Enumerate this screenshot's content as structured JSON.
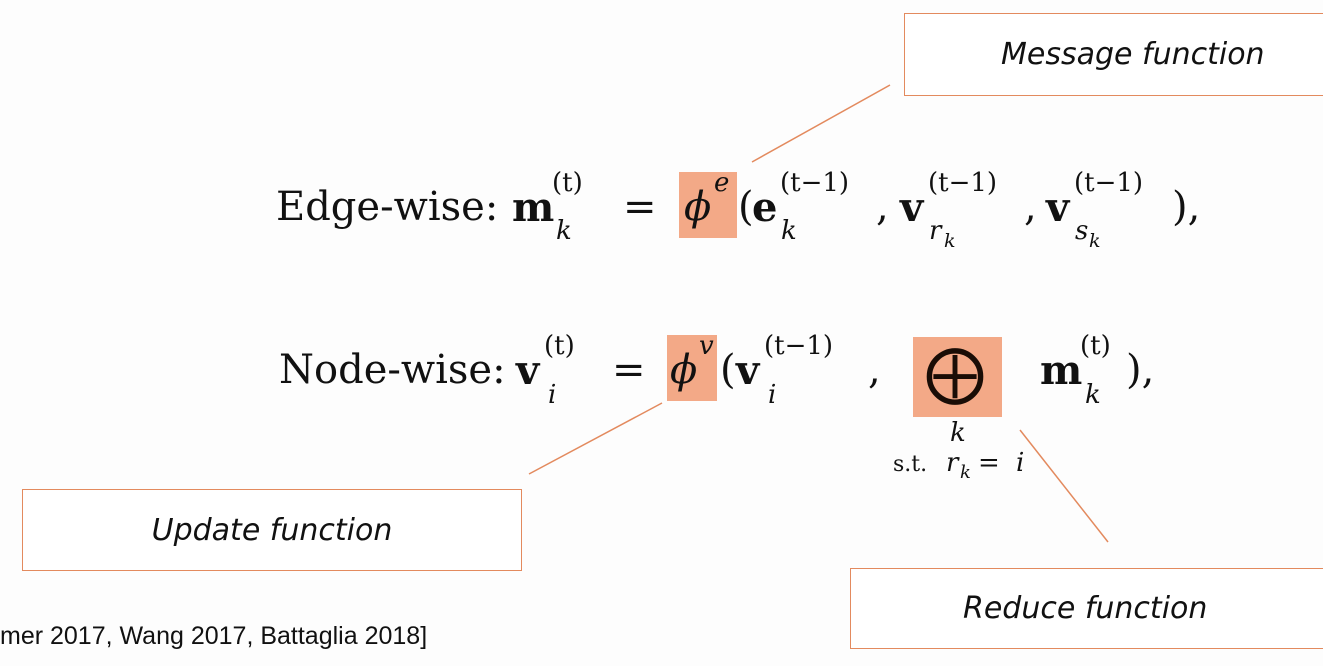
{
  "callouts": {
    "message": "Message function",
    "update": "Update function",
    "reduce": "Reduce function"
  },
  "edge_eq": {
    "label": "Edge-wise:",
    "lhs_sym": "m",
    "lhs_sup": "(t)",
    "lhs_sub": "k",
    "equals": "=",
    "phi": "ϕ",
    "phi_sup": "e",
    "open": "(",
    "a_sym": "e",
    "a_sup": "(t−1)",
    "a_sub": "k",
    "comma1": ",",
    "b_sym": "v",
    "b_sup": "(t−1)",
    "b_sub": "r",
    "b_subsub": "k",
    "comma2": ",",
    "c_sym": "v",
    "c_sup": "(t−1)",
    "c_sub": "s",
    "c_subsub": "k",
    "close": "),"
  },
  "node_eq": {
    "label": "Node-wise:",
    "lhs_sym": "v",
    "lhs_sup": "(t)",
    "lhs_sub": "i",
    "equals": "=",
    "phi": "ϕ",
    "phi_sup": "v",
    "open": "(",
    "a_sym": "v",
    "a_sup": "(t−1)",
    "a_sub": "i",
    "comma": ",",
    "oplus": "⨁",
    "under_k": "k",
    "under_st": "s.t.",
    "under_r": "r",
    "under_rk": "k",
    "under_eq": "=",
    "under_i": "i",
    "m_sym": "m",
    "m_sup": "(t)",
    "m_sub": "k",
    "close": "),"
  },
  "footer": "mer 2017, Wang 2017, Battaglia 2018]",
  "colors": {
    "highlight": "#f3a987",
    "leader": "#e38a5e"
  }
}
